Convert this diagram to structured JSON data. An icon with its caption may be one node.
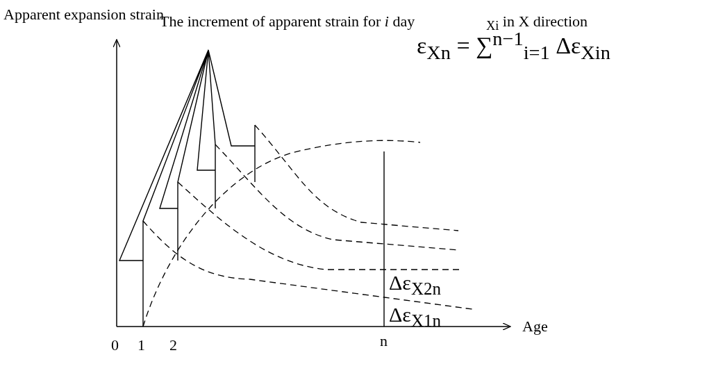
{
  "diagram": {
    "labels": [
      "Apparent expansion strain",
      "The increment of apparent strain for *i* day",
      "$_{Xi}$ in X direction",
      "ε$_{Xn}$ = ∑$^{n−1}$$_{i=1}$ Δε$_{Xin}$",
      "Δε$_{X2n}$",
      "Δε$_{X1n}$",
      "Age",
      "0",
      "1",
      "2",
      "n"
    ]
  }
}
